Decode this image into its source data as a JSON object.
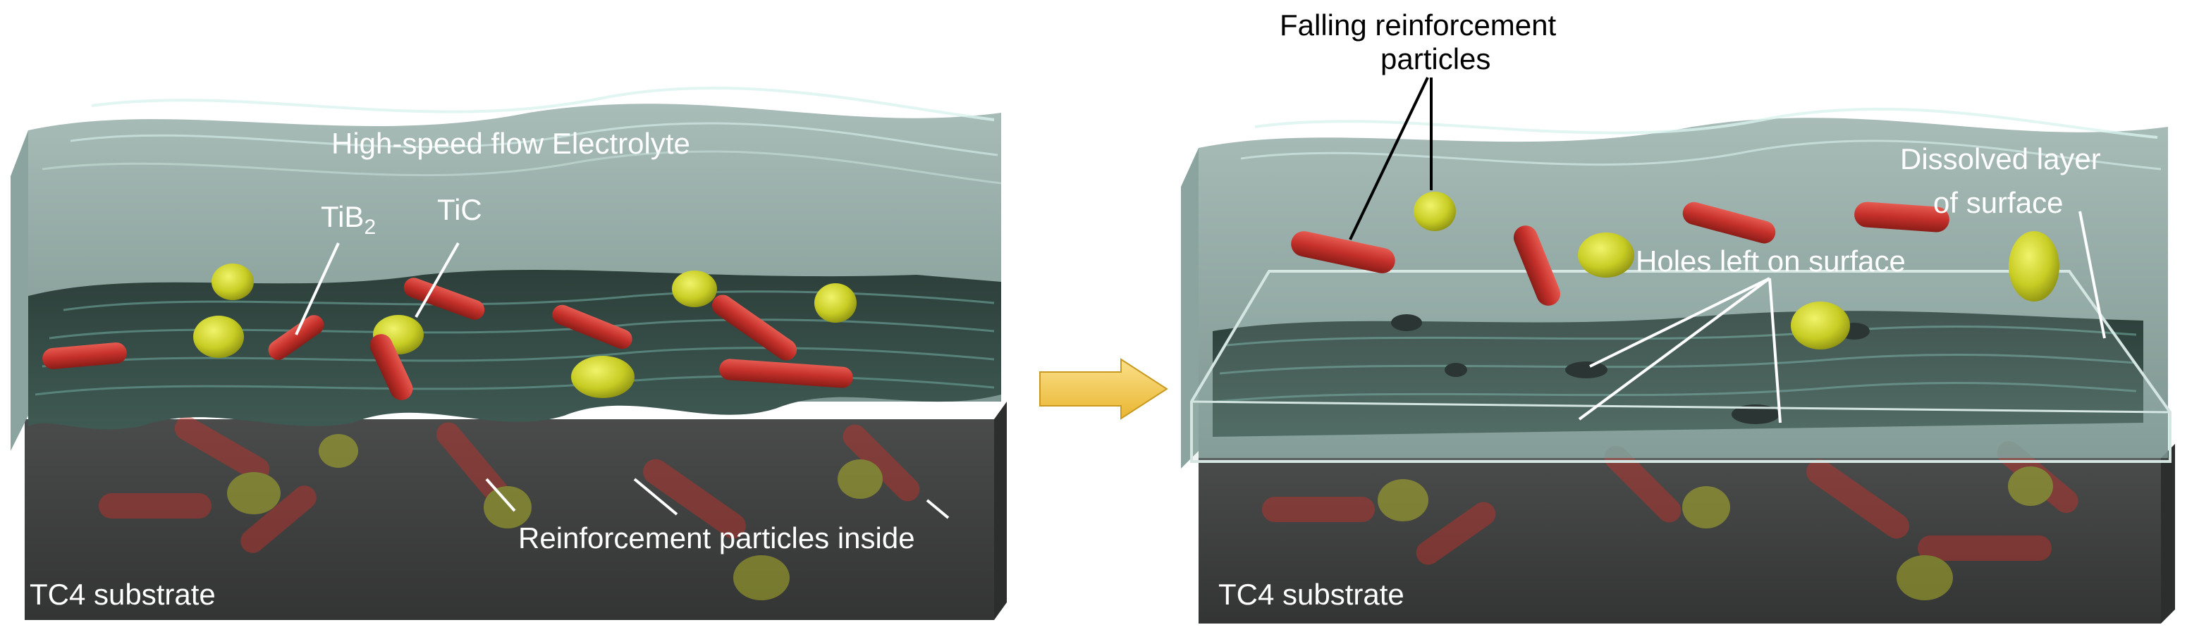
{
  "left_panel": {
    "electrolyte_label": "High-speed flow Electrolyte",
    "tib2_label_main": "TiB",
    "tib2_label_sub": "2",
    "tic_label": "TiC",
    "inside_label": "Reinforcement particles inside",
    "substrate_label": "TC4 substrate"
  },
  "arrow": {
    "color": "#f2c447"
  },
  "right_panel": {
    "falling_label_line1": "Falling reinforcement",
    "falling_label_line2": "particles",
    "holes_label": "Holes left on surface",
    "dissolved_label_line1": "Dissolved layer",
    "dissolved_label_line2": "of surface",
    "substrate_label": "TC4 substrate"
  },
  "colors": {
    "water": "#8fa8a3",
    "substrate": "#3e3f3f",
    "surface": "#2c3d38",
    "tic_red": "#c9322a",
    "tib2_yellow": "#c7cc25"
  }
}
